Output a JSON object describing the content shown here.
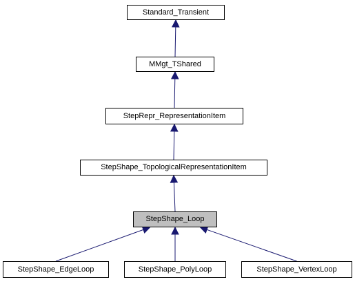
{
  "colors": {
    "edge": "#191970",
    "node_border": "#000000",
    "node_fill": "#ffffff",
    "current_fill": "#bfbfbf"
  },
  "nodes": {
    "standard_transient": "Standard_Transient",
    "mmgt_tshared": "MMgt_TShared",
    "stepr_representation_item": "StepRepr_RepresentationItem",
    "topological_representation_item": "StepShape_TopologicalRepresentationItem",
    "loop": "StepShape_Loop",
    "edge_loop": "StepShape_EdgeLoop",
    "poly_loop": "StepShape_PolyLoop",
    "vertex_loop": "StepShape_VertexLoop"
  },
  "edges": [
    {
      "from": "mmgt_tshared",
      "to": "standard_transient"
    },
    {
      "from": "stepr_representation_item",
      "to": "mmgt_tshared"
    },
    {
      "from": "topological_representation_item",
      "to": "stepr_representation_item"
    },
    {
      "from": "loop",
      "to": "topological_representation_item"
    },
    {
      "from": "edge_loop",
      "to": "loop"
    },
    {
      "from": "poly_loop",
      "to": "loop"
    },
    {
      "from": "vertex_loop",
      "to": "loop"
    }
  ]
}
